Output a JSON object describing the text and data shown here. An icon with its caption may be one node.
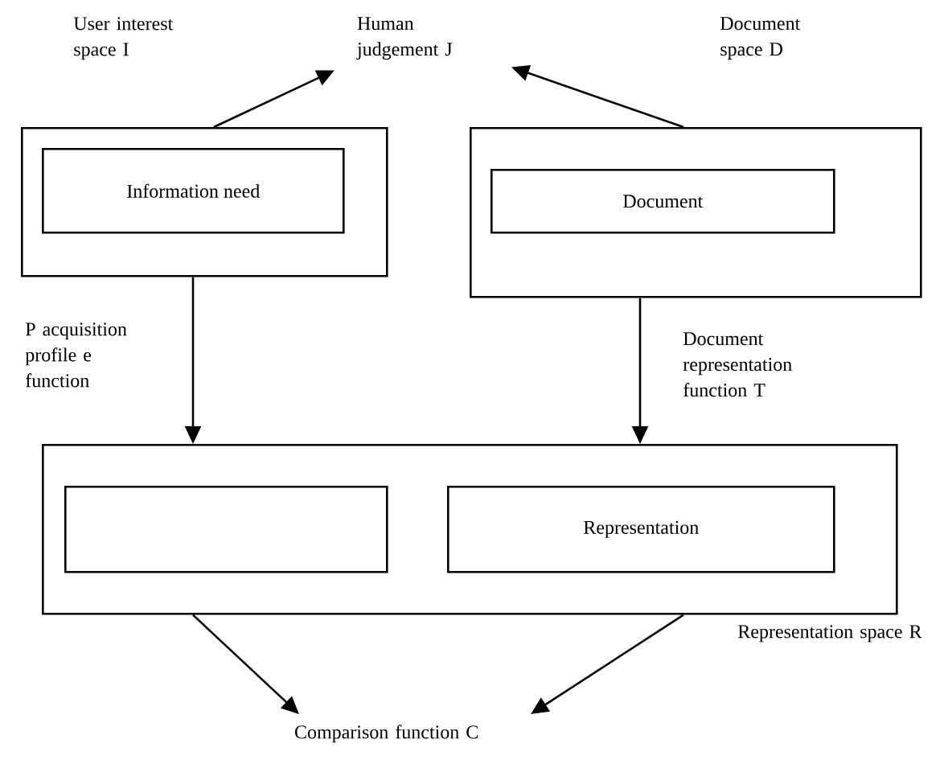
{
  "diagram": {
    "nodes": [
      {
        "text": [
          "User interest space I"
        ]
      },
      {
        "text": [
          "Information need"
        ],
        "in": 0
      },
      {
        "text": [
          "Human judgement  J"
        ]
      },
      {
        "text": [
          "Document space D"
        ]
      },
      {
        "text": [
          "Document"
        ],
        "in": 3
      },
      {
        "text": [
          "Representation space R"
        ]
      },
      {
        "text": [],
        "shape": "box",
        "in": 5
      },
      {
        "text": [
          "Representation"
        ],
        "in": 5
      },
      {
        "text": [
          "Comparison function C"
        ]
      }
    ],
    "edges": [
      {
        "from": 0,
        "to": 2,
        "arrow": "to"
      },
      {
        "from": 3,
        "to": 2,
        "arrow": "to"
      },
      {
        "from": 0,
        "to": 5,
        "arrow": "to",
        "label": "P acquisition profile e function"
      },
      {
        "from": 3,
        "to": 5,
        "arrow": "to",
        "label": "Document representation function T"
      },
      {
        "from": 5,
        "to": 8,
        "arrow": "to"
      },
      {
        "from": 5,
        "to": 8,
        "arrow": "to"
      }
    ]
  }
}
